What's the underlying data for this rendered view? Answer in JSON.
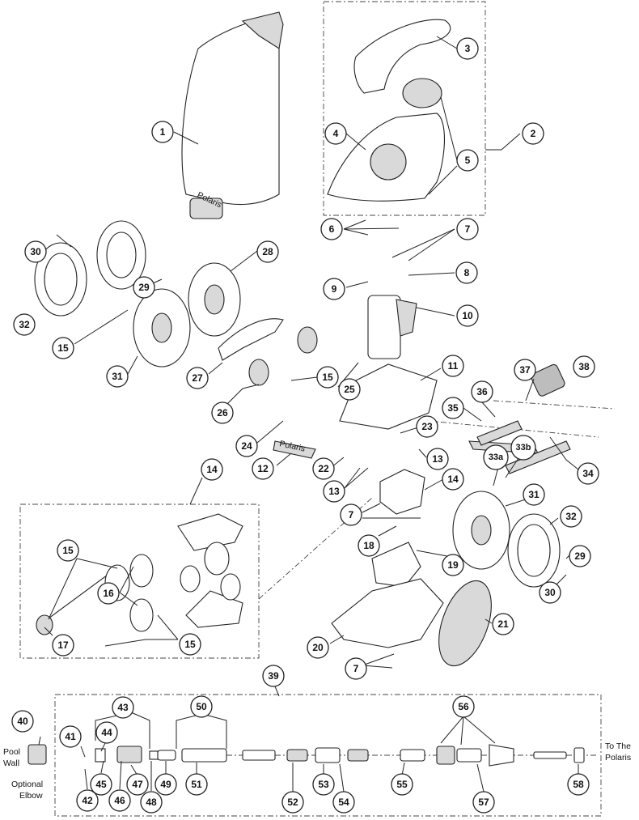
{
  "callouts": [
    {
      "id": "1",
      "label": "1"
    },
    {
      "id": "2",
      "label": "2"
    },
    {
      "id": "3",
      "label": "3"
    },
    {
      "id": "4",
      "label": "4"
    },
    {
      "id": "5",
      "label": "5"
    },
    {
      "id": "6",
      "label": "6"
    },
    {
      "id": "7a",
      "label": "7"
    },
    {
      "id": "7b",
      "label": "7"
    },
    {
      "id": "7c",
      "label": "7"
    },
    {
      "id": "7d",
      "label": "7"
    },
    {
      "id": "8",
      "label": "8"
    },
    {
      "id": "9",
      "label": "9"
    },
    {
      "id": "10",
      "label": "10"
    },
    {
      "id": "11",
      "label": "11"
    },
    {
      "id": "12",
      "label": "12"
    },
    {
      "id": "13a",
      "label": "13"
    },
    {
      "id": "13b",
      "label": "13"
    },
    {
      "id": "14a",
      "label": "14"
    },
    {
      "id": "14b",
      "label": "14"
    },
    {
      "id": "15a",
      "label": "15"
    },
    {
      "id": "15b",
      "label": "15"
    },
    {
      "id": "15c",
      "label": "15"
    },
    {
      "id": "15d",
      "label": "15"
    },
    {
      "id": "16",
      "label": "16"
    },
    {
      "id": "17",
      "label": "17"
    },
    {
      "id": "18",
      "label": "18"
    },
    {
      "id": "19",
      "label": "19"
    },
    {
      "id": "20",
      "label": "20"
    },
    {
      "id": "21",
      "label": "21"
    },
    {
      "id": "22",
      "label": "22"
    },
    {
      "id": "23",
      "label": "23"
    },
    {
      "id": "24",
      "label": "24"
    },
    {
      "id": "25",
      "label": "25"
    },
    {
      "id": "26",
      "label": "26"
    },
    {
      "id": "27",
      "label": "27"
    },
    {
      "id": "28",
      "label": "28"
    },
    {
      "id": "29a",
      "label": "29"
    },
    {
      "id": "29b",
      "label": "29"
    },
    {
      "id": "30a",
      "label": "30"
    },
    {
      "id": "30b",
      "label": "30"
    },
    {
      "id": "31a",
      "label": "31"
    },
    {
      "id": "31b",
      "label": "31"
    },
    {
      "id": "32a",
      "label": "32"
    },
    {
      "id": "32b",
      "label": "32"
    },
    {
      "id": "33a",
      "label": "33a"
    },
    {
      "id": "33b",
      "label": "33b"
    },
    {
      "id": "34",
      "label": "34"
    },
    {
      "id": "35",
      "label": "35"
    },
    {
      "id": "36",
      "label": "36"
    },
    {
      "id": "37",
      "label": "37"
    },
    {
      "id": "38",
      "label": "38"
    },
    {
      "id": "39",
      "label": "39"
    },
    {
      "id": "40",
      "label": "40"
    },
    {
      "id": "41",
      "label": "41"
    },
    {
      "id": "42",
      "label": "42"
    },
    {
      "id": "43",
      "label": "43"
    },
    {
      "id": "44",
      "label": "44"
    },
    {
      "id": "45",
      "label": "45"
    },
    {
      "id": "46",
      "label": "46"
    },
    {
      "id": "47",
      "label": "47"
    },
    {
      "id": "48",
      "label": "48"
    },
    {
      "id": "49",
      "label": "49"
    },
    {
      "id": "50",
      "label": "50"
    },
    {
      "id": "51",
      "label": "51"
    },
    {
      "id": "52",
      "label": "52"
    },
    {
      "id": "53",
      "label": "53"
    },
    {
      "id": "54",
      "label": "54"
    },
    {
      "id": "55",
      "label": "55"
    },
    {
      "id": "56",
      "label": "56"
    },
    {
      "id": "57",
      "label": "57"
    },
    {
      "id": "58",
      "label": "58"
    }
  ],
  "notes": {
    "pool_wall_1": "Pool",
    "pool_wall_2": "Wall",
    "optional_elbow_1": "Optional",
    "optional_elbow_2": "Elbow",
    "to_polaris_1": "To The",
    "to_polaris_2": "Polaris",
    "brand_bag": "Polaris",
    "brand_handle": "Polaris"
  }
}
